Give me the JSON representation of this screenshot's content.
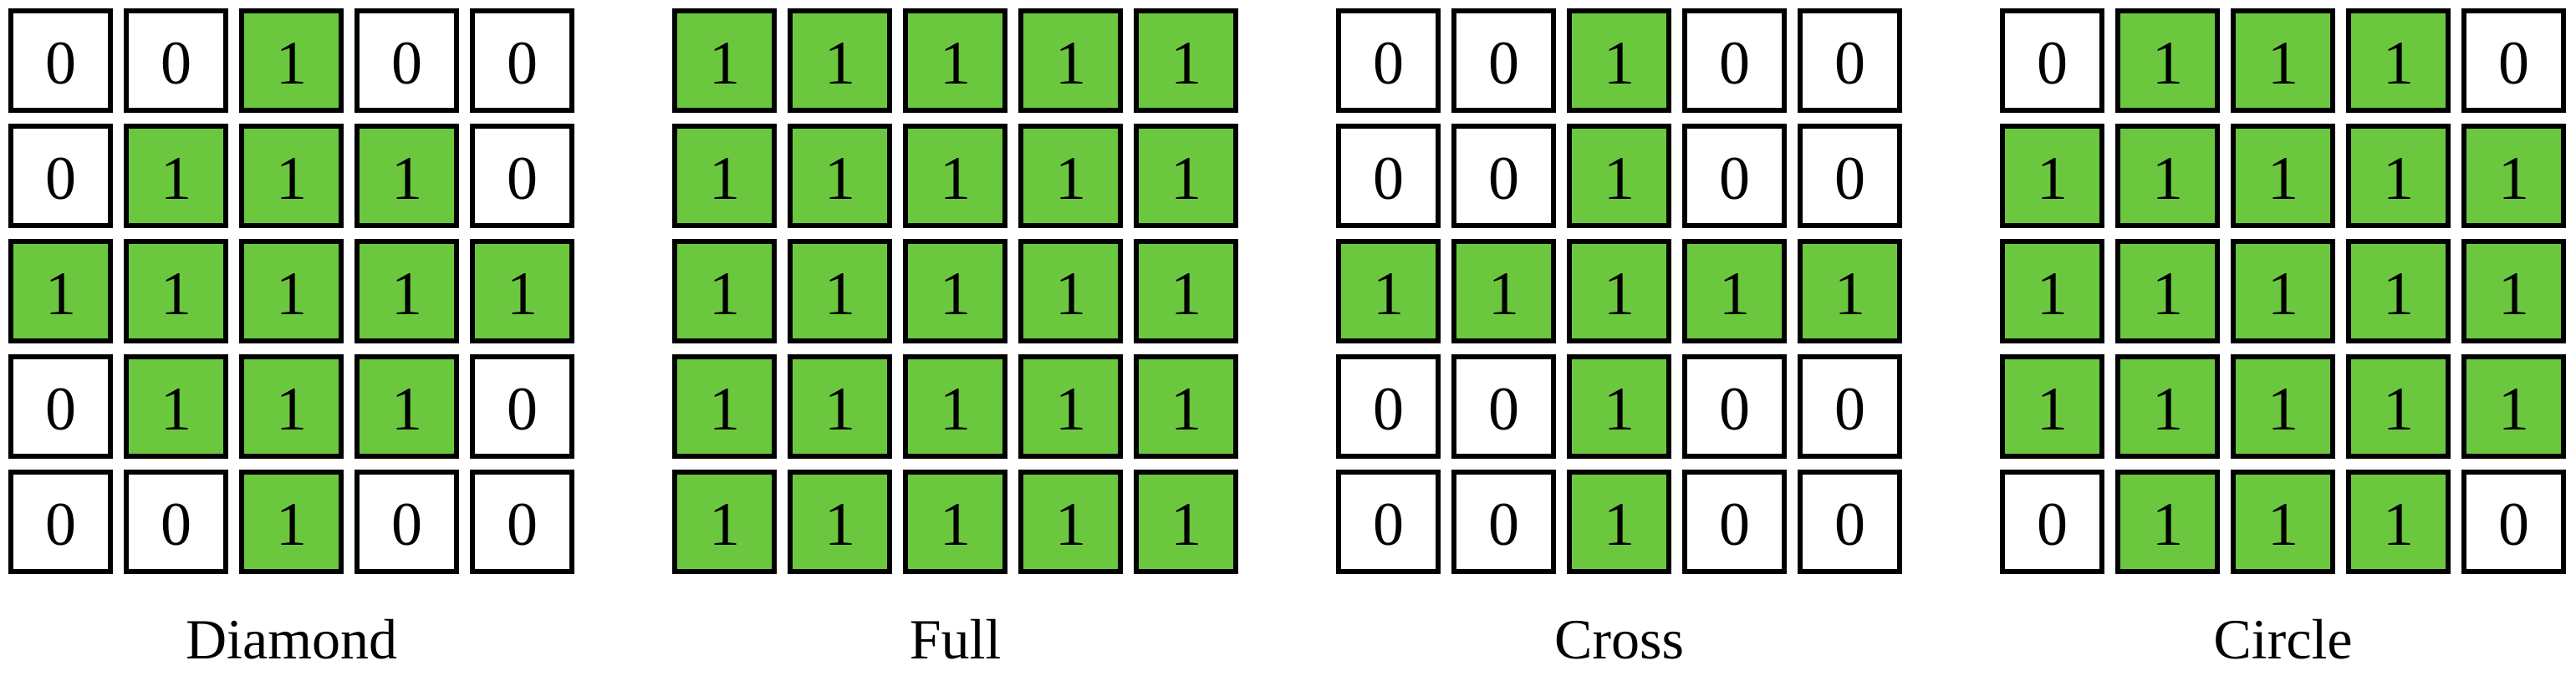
{
  "figure": {
    "colors": {
      "one_fill": "#6BC83E",
      "zero_fill": "#FFFFFF",
      "cell_border": "#000000",
      "text": "#000000"
    },
    "grid_size": {
      "rows": 5,
      "cols": 5
    },
    "grids": [
      {
        "label": "Diamond",
        "cells": [
          [
            0,
            0,
            1,
            0,
            0
          ],
          [
            0,
            1,
            1,
            1,
            0
          ],
          [
            1,
            1,
            1,
            1,
            1
          ],
          [
            0,
            1,
            1,
            1,
            0
          ],
          [
            0,
            0,
            1,
            0,
            0
          ]
        ]
      },
      {
        "label": "Full",
        "cells": [
          [
            1,
            1,
            1,
            1,
            1
          ],
          [
            1,
            1,
            1,
            1,
            1
          ],
          [
            1,
            1,
            1,
            1,
            1
          ],
          [
            1,
            1,
            1,
            1,
            1
          ],
          [
            1,
            1,
            1,
            1,
            1
          ]
        ]
      },
      {
        "label": "Cross",
        "cells": [
          [
            0,
            0,
            1,
            0,
            0
          ],
          [
            0,
            0,
            1,
            0,
            0
          ],
          [
            1,
            1,
            1,
            1,
            1
          ],
          [
            0,
            0,
            1,
            0,
            0
          ],
          [
            0,
            0,
            1,
            0,
            0
          ]
        ]
      },
      {
        "label": "Circle",
        "cells": [
          [
            0,
            1,
            1,
            1,
            0
          ],
          [
            1,
            1,
            1,
            1,
            1
          ],
          [
            1,
            1,
            1,
            1,
            1
          ],
          [
            1,
            1,
            1,
            1,
            1
          ],
          [
            0,
            1,
            1,
            1,
            0
          ]
        ]
      }
    ]
  }
}
